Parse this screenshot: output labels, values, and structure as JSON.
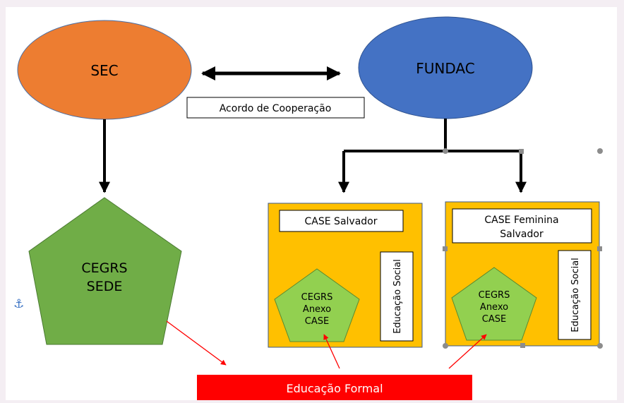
{
  "diagram": {
    "sec_label": "SEC",
    "fundac_label": "FUNDAC",
    "agreement_label": "Acordo de Cooperação",
    "cegrs_sede_line1": "CEGRS",
    "cegrs_sede_line2": "SEDE",
    "case_salvador": {
      "title": "CASE Salvador",
      "annex_line1": "CEGRS",
      "annex_line2": "Anexo",
      "annex_line3": "CASE",
      "social_label": "Educação Social"
    },
    "case_feminina": {
      "title_line1": "CASE Feminina",
      "title_line2": "Salvador",
      "annex_line1": "CEGRS",
      "annex_line2": "Anexo",
      "annex_line3": "CASE",
      "social_label": "Educação Social"
    },
    "formal_label": "Educação Formal"
  },
  "colors": {
    "sec": "#ed7d31",
    "fundac": "#4472c4",
    "pentagon_dark": "#70ad47",
    "pentagon_light": "#92d050",
    "case_box": "#ffc000",
    "formal_bar": "#ff0000",
    "red_arrow": "#ff0000"
  },
  "icons": {
    "anchor": "anchor-icon"
  }
}
